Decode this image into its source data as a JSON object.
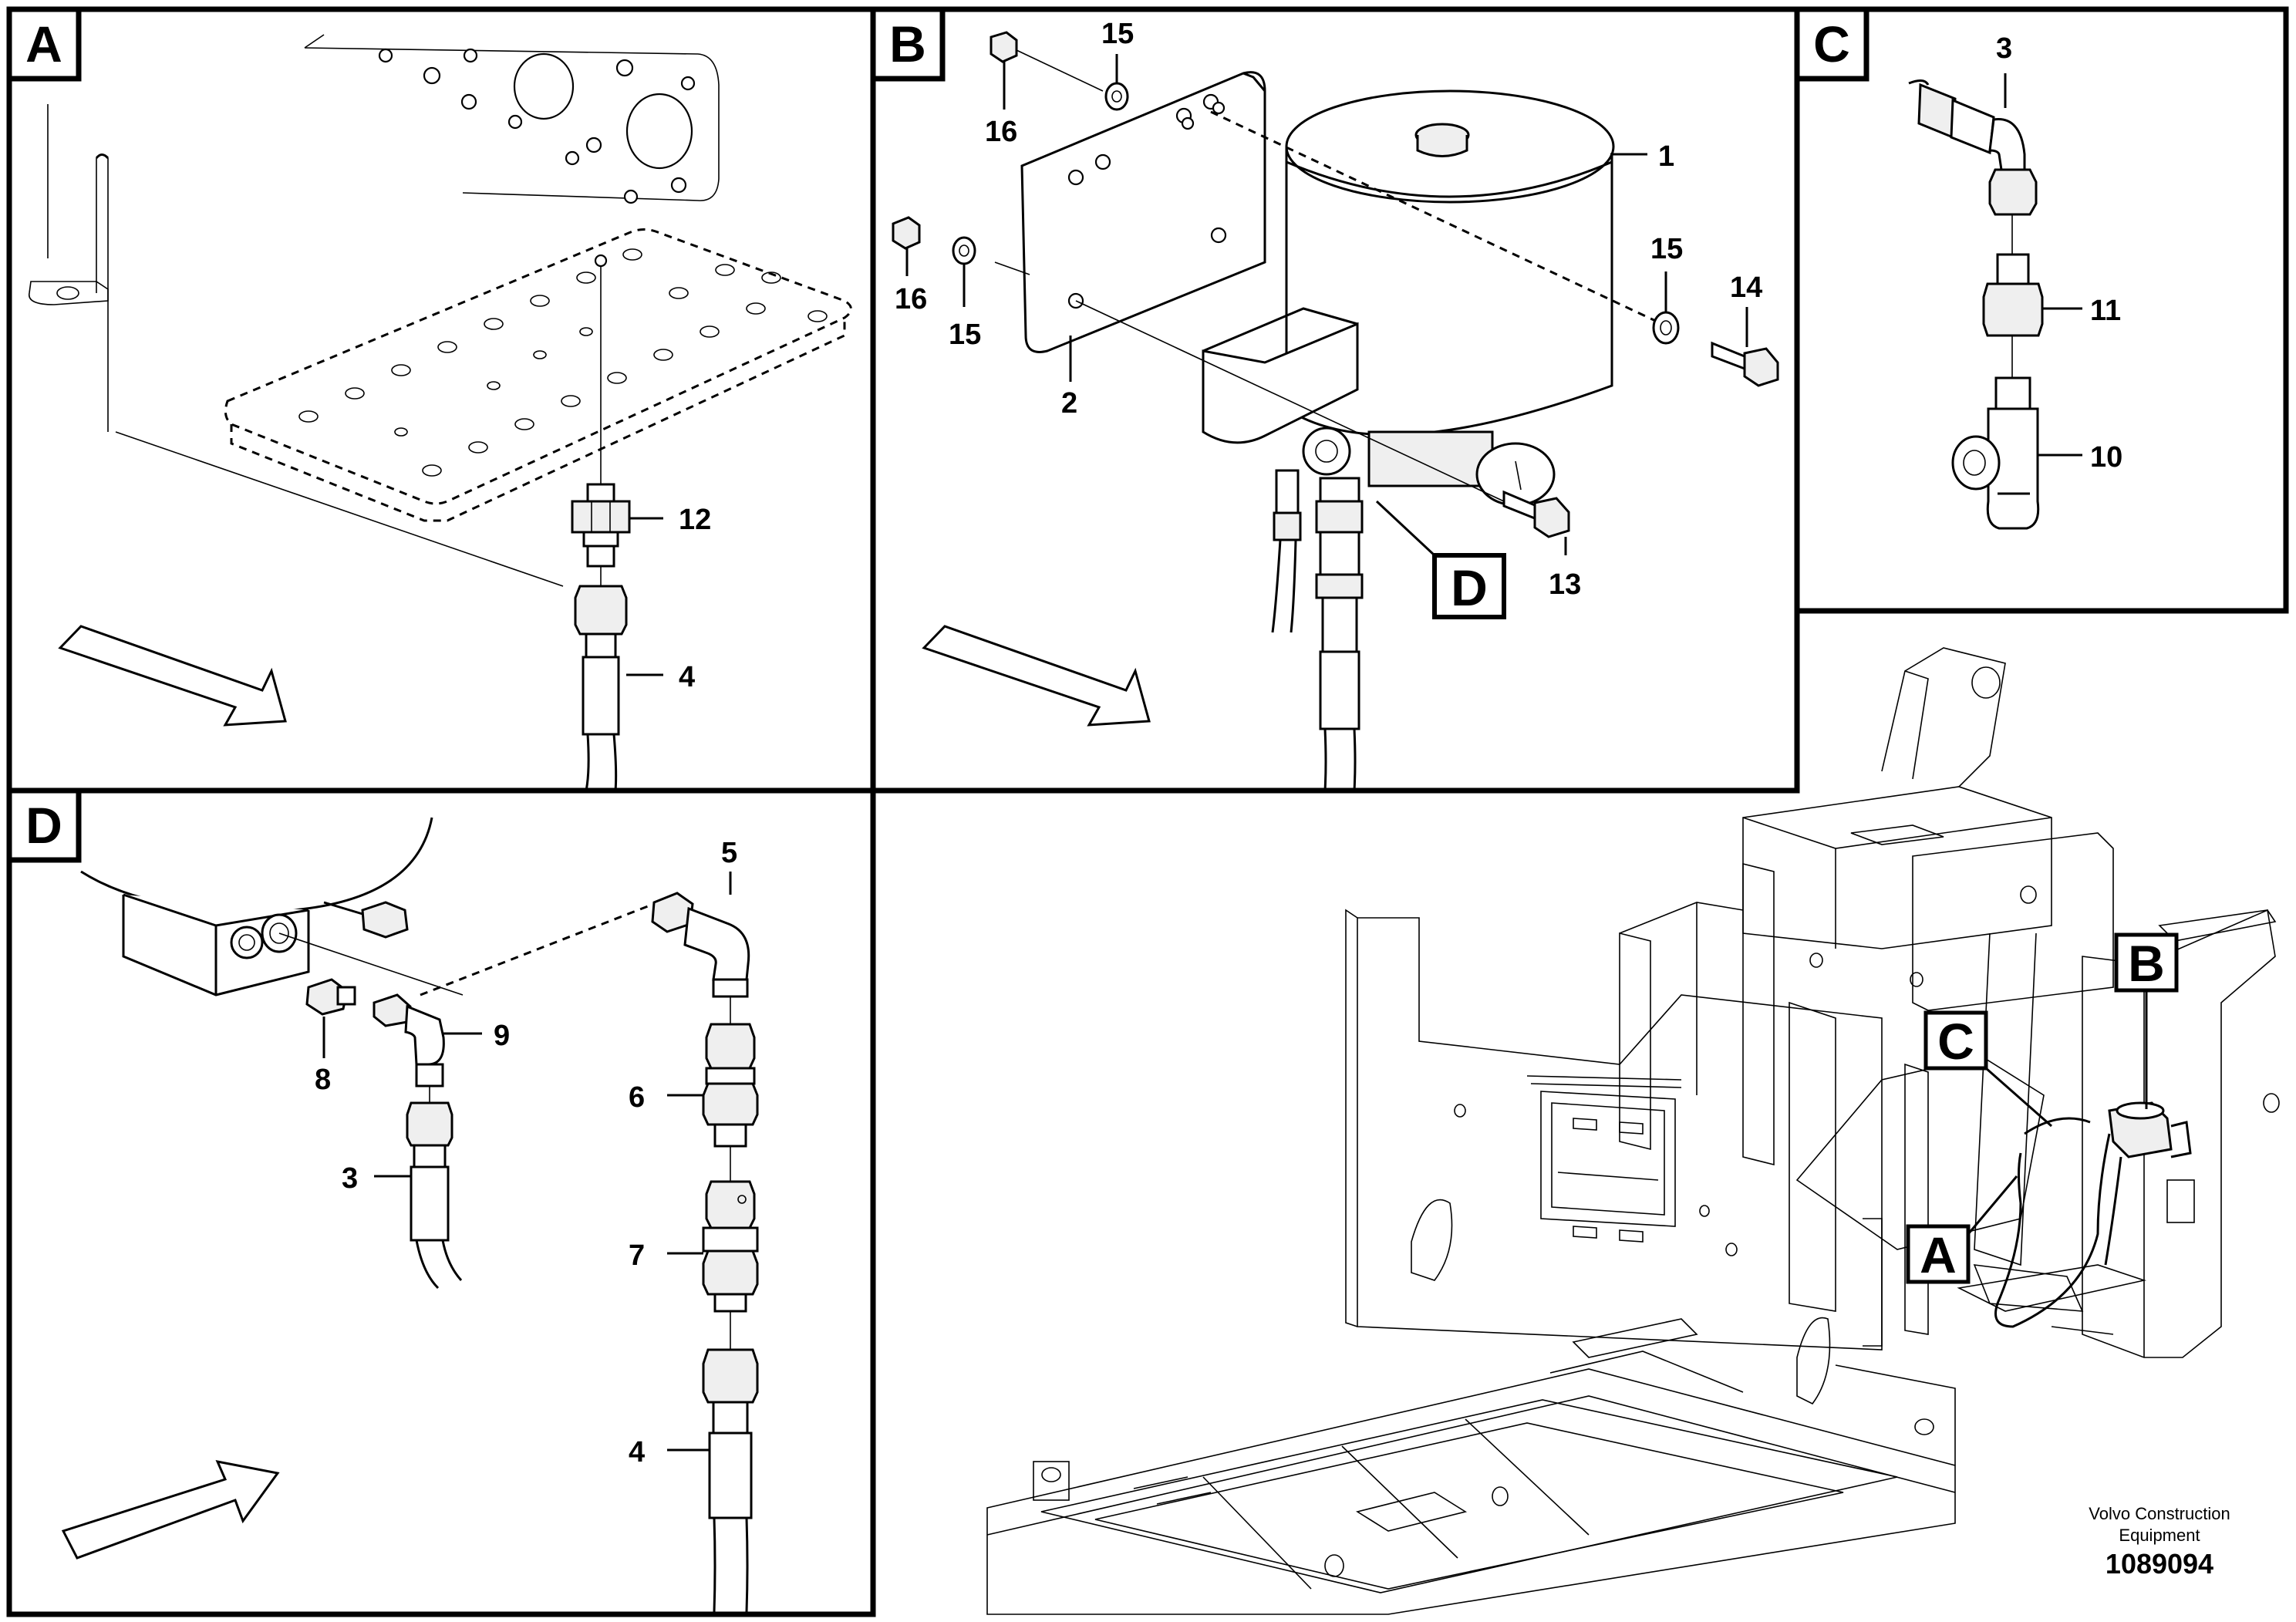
{
  "views": {
    "A": {
      "letter": "A",
      "parts": [
        "12",
        "4"
      ]
    },
    "B": {
      "letter": "B",
      "parts": [
        "15",
        "16",
        "1",
        "16",
        "15",
        "15",
        "14",
        "2",
        "13"
      ],
      "detail_ref": "D"
    },
    "C": {
      "letter": "C",
      "parts": [
        "3",
        "11",
        "10"
      ]
    },
    "D": {
      "letter": "D",
      "parts": [
        "5",
        "9",
        "8",
        "6",
        "3",
        "7",
        "4"
      ]
    }
  },
  "overview": {
    "callouts": [
      "B",
      "C",
      "A"
    ]
  },
  "footer": {
    "brand_line1": "Volvo Construction",
    "brand_line2": "Equipment",
    "doc_number": "1089094"
  }
}
